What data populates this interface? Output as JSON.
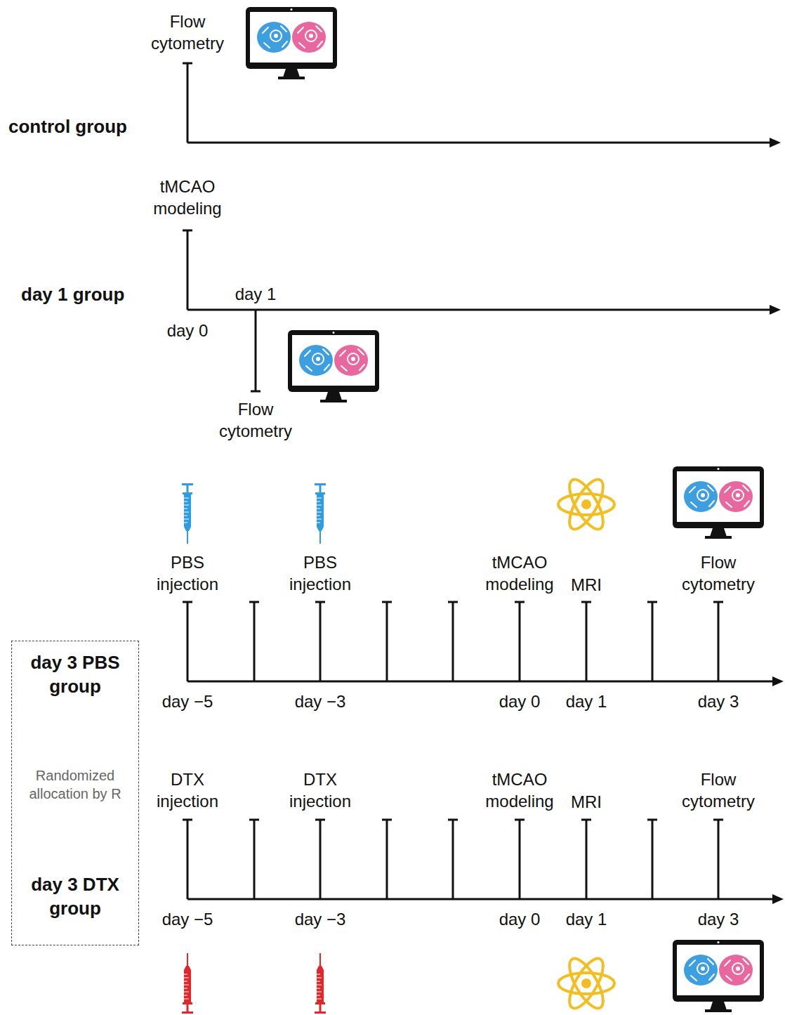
{
  "diagram": {
    "nodes": [
      {
        "text": [
          "day 3 PBS group",
          "Randomized allocation by R",
          "day 3 DTX group"
        ]
      }
    ],
    "labels": [
      "Flow cytometry",
      "control group",
      "tMCAO modeling",
      "day 1 group",
      "day 1",
      "day 0",
      "Flow cytometry",
      "PBS injection",
      "PBS injection",
      "tMCAO modeling",
      "MRI",
      "Flow cytometry",
      "day −5",
      "day −3",
      "day 0",
      "day 1",
      "day 3",
      "DTX injection",
      "DTX injection",
      "tMCAO modeling",
      "MRI",
      "Flow cytometry",
      "day −5",
      "day −3",
      "day 0",
      "day 1",
      "day 3"
    ]
  }
}
